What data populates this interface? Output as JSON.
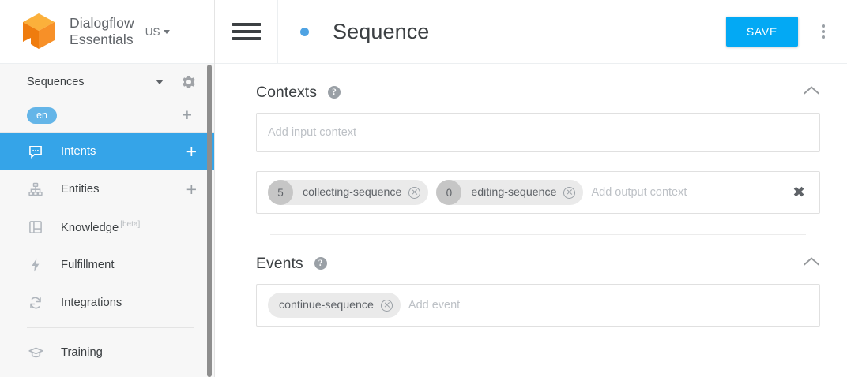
{
  "sidebar": {
    "brand": {
      "line1": "Dialogflow",
      "line2": "Essentials",
      "logo_icon": "dialogflow-cube-logo"
    },
    "region": {
      "label": "US",
      "icon": "chevron-down-icon"
    },
    "agent": {
      "name": "Sequences",
      "caret_icon": "chevron-down-icon",
      "settings_icon": "gear-icon"
    },
    "language": {
      "code": "en",
      "add_icon": "plus-icon"
    },
    "items": [
      {
        "label": "Intents",
        "icon": "intents-chat-icon",
        "active": true,
        "add": "+"
      },
      {
        "label": "Entities",
        "icon": "entities-hierarchy-icon",
        "active": false,
        "add": "+"
      },
      {
        "label": "Knowledge",
        "badge": "[beta]",
        "icon": "knowledge-book-icon",
        "active": false
      },
      {
        "label": "Fulfillment",
        "icon": "fulfillment-bolt-icon",
        "active": false
      },
      {
        "label": "Integrations",
        "icon": "integrations-sync-icon",
        "active": false
      },
      {
        "label": "Training",
        "icon": "training-cap-icon",
        "active": false
      }
    ],
    "scrollbar": "sidebar-scrollbar"
  },
  "topbar": {
    "menu_icon": "hamburger-menu-icon",
    "status_dot": "unsaved-status-dot",
    "title": "Sequence",
    "save_label": "SAVE",
    "more_icon": "kebab-menu-icon"
  },
  "contexts": {
    "title": "Contexts",
    "help_icon": "help-icon",
    "help_glyph": "?",
    "collapse_icon": "chevron-up-icon",
    "input": {
      "placeholder": "Add input context",
      "value": ""
    },
    "output": {
      "placeholder": "Add output context",
      "clear_glyph": "✖",
      "chips": [
        {
          "count": "5",
          "name": "collecting-sequence",
          "expired": false,
          "remove_icon": "remove-chip-icon"
        },
        {
          "count": "0",
          "name": "editing-sequence",
          "expired": true,
          "remove_icon": "remove-chip-icon"
        }
      ]
    }
  },
  "events": {
    "title": "Events",
    "help_icon": "help-icon",
    "help_glyph": "?",
    "collapse_icon": "chevron-up-icon",
    "placeholder": "Add event",
    "chips": [
      {
        "name": "continue-sequence",
        "remove_icon": "remove-chip-icon"
      }
    ]
  },
  "colors": {
    "accent_blue": "#03a9f4",
    "nav_active": "#35a4e8",
    "logo_orange": "#f29111",
    "lang_pill": "#64b5e8"
  }
}
